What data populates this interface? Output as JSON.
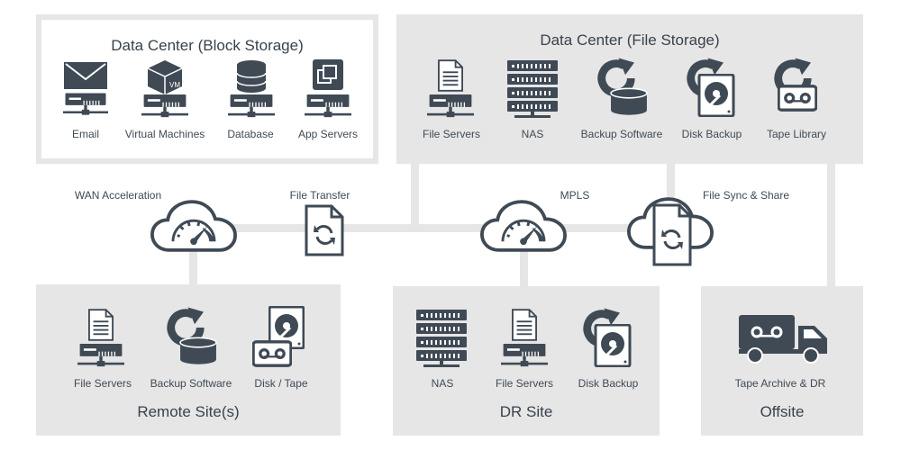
{
  "block_storage": {
    "title": "Data Center (Block Storage)",
    "items": [
      {
        "label": "Email",
        "icon": "email-server-icon"
      },
      {
        "label": "Virtual Machines",
        "icon": "vm-server-icon"
      },
      {
        "label": "Database",
        "icon": "database-server-icon"
      },
      {
        "label": "App Servers",
        "icon": "app-server-icon"
      }
    ]
  },
  "file_storage": {
    "title": "Data Center (File Storage)",
    "items": [
      {
        "label": "File Servers",
        "icon": "file-server-icon"
      },
      {
        "label": "NAS",
        "icon": "nas-icon"
      },
      {
        "label": "Backup Software",
        "icon": "backup-software-icon"
      },
      {
        "label": "Disk Backup",
        "icon": "disk-backup-icon"
      },
      {
        "label": "Tape Library",
        "icon": "tape-library-icon"
      }
    ]
  },
  "connections": {
    "wan_acceleration": "WAN Acceleration",
    "file_transfer": "File Transfer",
    "mpls": "MPLS",
    "file_sync": "File Sync & Share"
  },
  "remote_site": {
    "title": "Remote Site(s)",
    "items": [
      {
        "label": "File Servers",
        "icon": "file-server-icon"
      },
      {
        "label": "Backup Software",
        "icon": "backup-software-icon"
      },
      {
        "label": "Disk / Tape",
        "icon": "disk-tape-icon"
      }
    ]
  },
  "dr_site": {
    "title": "DR Site",
    "items": [
      {
        "label": "NAS",
        "icon": "nas-icon"
      },
      {
        "label": "File Servers",
        "icon": "file-server-icon"
      },
      {
        "label": "Disk Backup",
        "icon": "disk-backup-icon"
      }
    ]
  },
  "offsite": {
    "title": "Offsite",
    "items": [
      {
        "label": "Tape Archive & DR",
        "icon": "truck-icon"
      }
    ]
  },
  "colors": {
    "icon": "#3f4a55",
    "panel": "#e6e6e6",
    "line": "#e6e6e6"
  }
}
